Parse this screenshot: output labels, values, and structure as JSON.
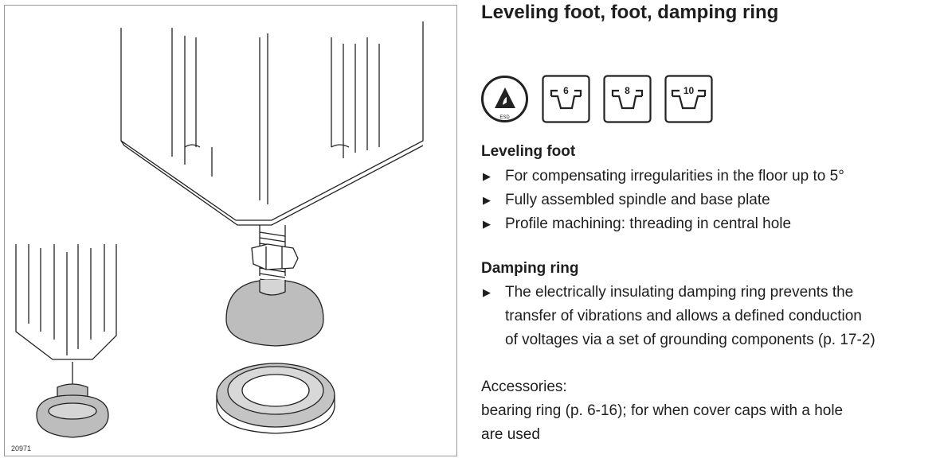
{
  "figure": {
    "id_label": "20971"
  },
  "title": "Leveling foot, foot, damping ring",
  "icons": [
    {
      "name": "esd-icon",
      "label": "ESD"
    },
    {
      "name": "slot-6-icon",
      "label": "6"
    },
    {
      "name": "slot-8-icon",
      "label": "8"
    },
    {
      "name": "slot-10-icon",
      "label": "10"
    }
  ],
  "leveling_foot": {
    "heading": "Leveling foot",
    "bullets": [
      "For compensating irregularities in the floor up to 5°",
      "Fully assembled spindle and base plate",
      "Profile machining: threading in central hole"
    ]
  },
  "damping_ring": {
    "heading": "Damping ring",
    "bullets": [
      "The electrically insulating damping ring prevents the",
      "transfer of vibrations and allows a defined conduction",
      "of voltages via a set of grounding components (p. 17-2)"
    ]
  },
  "accessories": {
    "label": "Accessories:",
    "line1": "bearing ring (p. 6-16); for when cover caps with a hole",
    "line2": "are used"
  },
  "colors": {
    "text": "#1e1e1e",
    "part_fill": "#bdbdbd",
    "outline": "#222222"
  }
}
